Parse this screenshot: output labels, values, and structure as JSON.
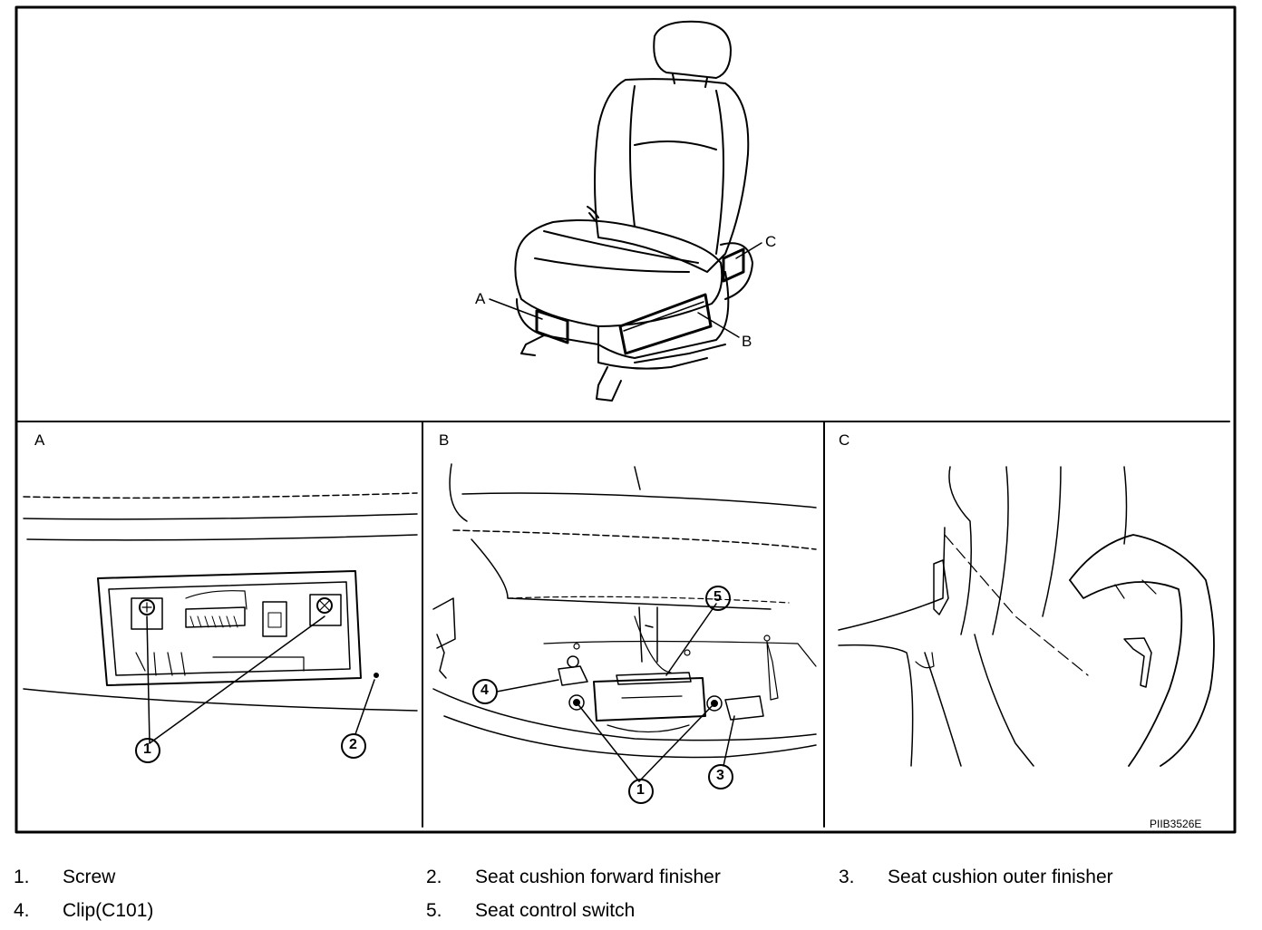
{
  "panels": {
    "overview_callouts": [
      "A",
      "B",
      "C"
    ],
    "detail_titles": [
      "A",
      "B",
      "C"
    ]
  },
  "figure_code": "PIIB3526E",
  "callout_numbers": {
    "a_screw": "1",
    "a_finisher": "2",
    "b_screw": "1",
    "b_outer_finisher": "3",
    "b_clip": "4",
    "b_switch": "5"
  },
  "legend": [
    {
      "num": "1.",
      "text": "Screw"
    },
    {
      "num": "2.",
      "text": "Seat cushion forward finisher"
    },
    {
      "num": "3.",
      "text": "Seat cushion outer finisher"
    },
    {
      "num": "4.",
      "text": "Clip(C101)"
    },
    {
      "num": "5.",
      "text": "Seat control switch"
    }
  ]
}
